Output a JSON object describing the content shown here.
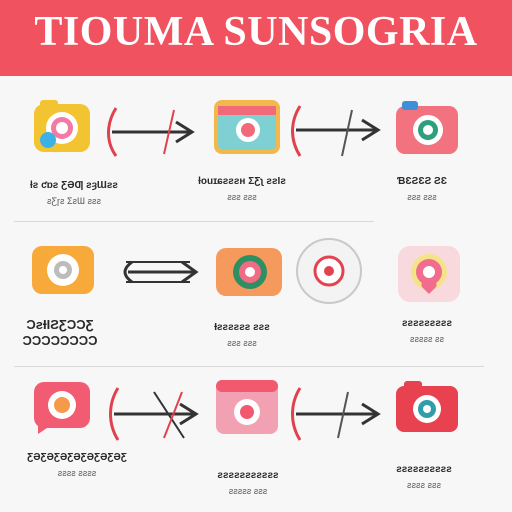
{
  "header": {
    "title": "TIOUMA SUNSOGRIA",
    "bg_color": "#f0525f"
  },
  "rows": [
    {
      "items": [
        {
          "icon": "camera-yellow-lens-icon"
        },
        {
          "icon": "arrow-right-icon"
        },
        {
          "icon": "camera-teal-instant-icon"
        },
        {
          "icon": "arrow-right-icon"
        },
        {
          "icon": "camera-pink-icon"
        }
      ],
      "labels": [
        {
          "line1": "ƚƨ ƈɒƨ ƸƏƢ ƨȝƜƨƨ",
          "line2": "ƨƸɼƨ ƩƨƜ ƨƨƨ"
        },
        {
          "line1": "ƚouɪɕƨƨƨʜ ƩƸʅ ƨƨƖƨ",
          "line2": "ƨƨƨ ƨƨƨ"
        },
        {
          "line1": "ƁƐƧƐƧ ƧƐ",
          "line2": "ƨƨƨ ƨƨƨ"
        }
      ]
    },
    {
      "items": [
        {
          "icon": "camera-orange-icon"
        },
        {
          "icon": "arrow-right-icon"
        },
        {
          "icon": "camera-orange-green-lens-icon"
        },
        {
          "icon": "lens-circle-icon"
        },
        {
          "icon": "camera-pink-heart-icon"
        }
      ],
      "labels": [
        {
          "line1": "ƆƨƗƖƧƸƆƆƸ",
          "line2": "ƆƆƆƆƆƆƆƆ"
        },
        {
          "line1": "Ɨƨƨƨƨƨƨ ƨƨƨ",
          "line2": "ƨƨƨ ƨƨƨ"
        },
        {
          "line1": "ƨƨƨƨƨƨƨƨƨ",
          "line2": "ƨƨƨƨƨ ƨƨ"
        }
      ]
    },
    {
      "items": [
        {
          "icon": "camera-pink-orange-lens-icon"
        },
        {
          "icon": "arrow-right-icon"
        },
        {
          "icon": "camera-pink-instant-icon"
        },
        {
          "icon": "arrow-right-icon"
        },
        {
          "icon": "camera-red-teal-lens-icon"
        }
      ],
      "labels": [
        {
          "line1": "ƸƏƸƏƸƏƸƏƸƏƸƏƸƏƸ",
          "line2": "ƨƨƨƨ ƨƨƨƨ"
        },
        {
          "line1": "ƨƨƨƨƨƨƨƨƨƨƨ",
          "line2": "ƨƨƨƨƨ ƨƨƨ"
        },
        {
          "line1": "ƨƨƨƨƨƨƨƨƨƨ",
          "line2": "ƨƨƨƨ ƨƨƨ"
        }
      ]
    }
  ]
}
